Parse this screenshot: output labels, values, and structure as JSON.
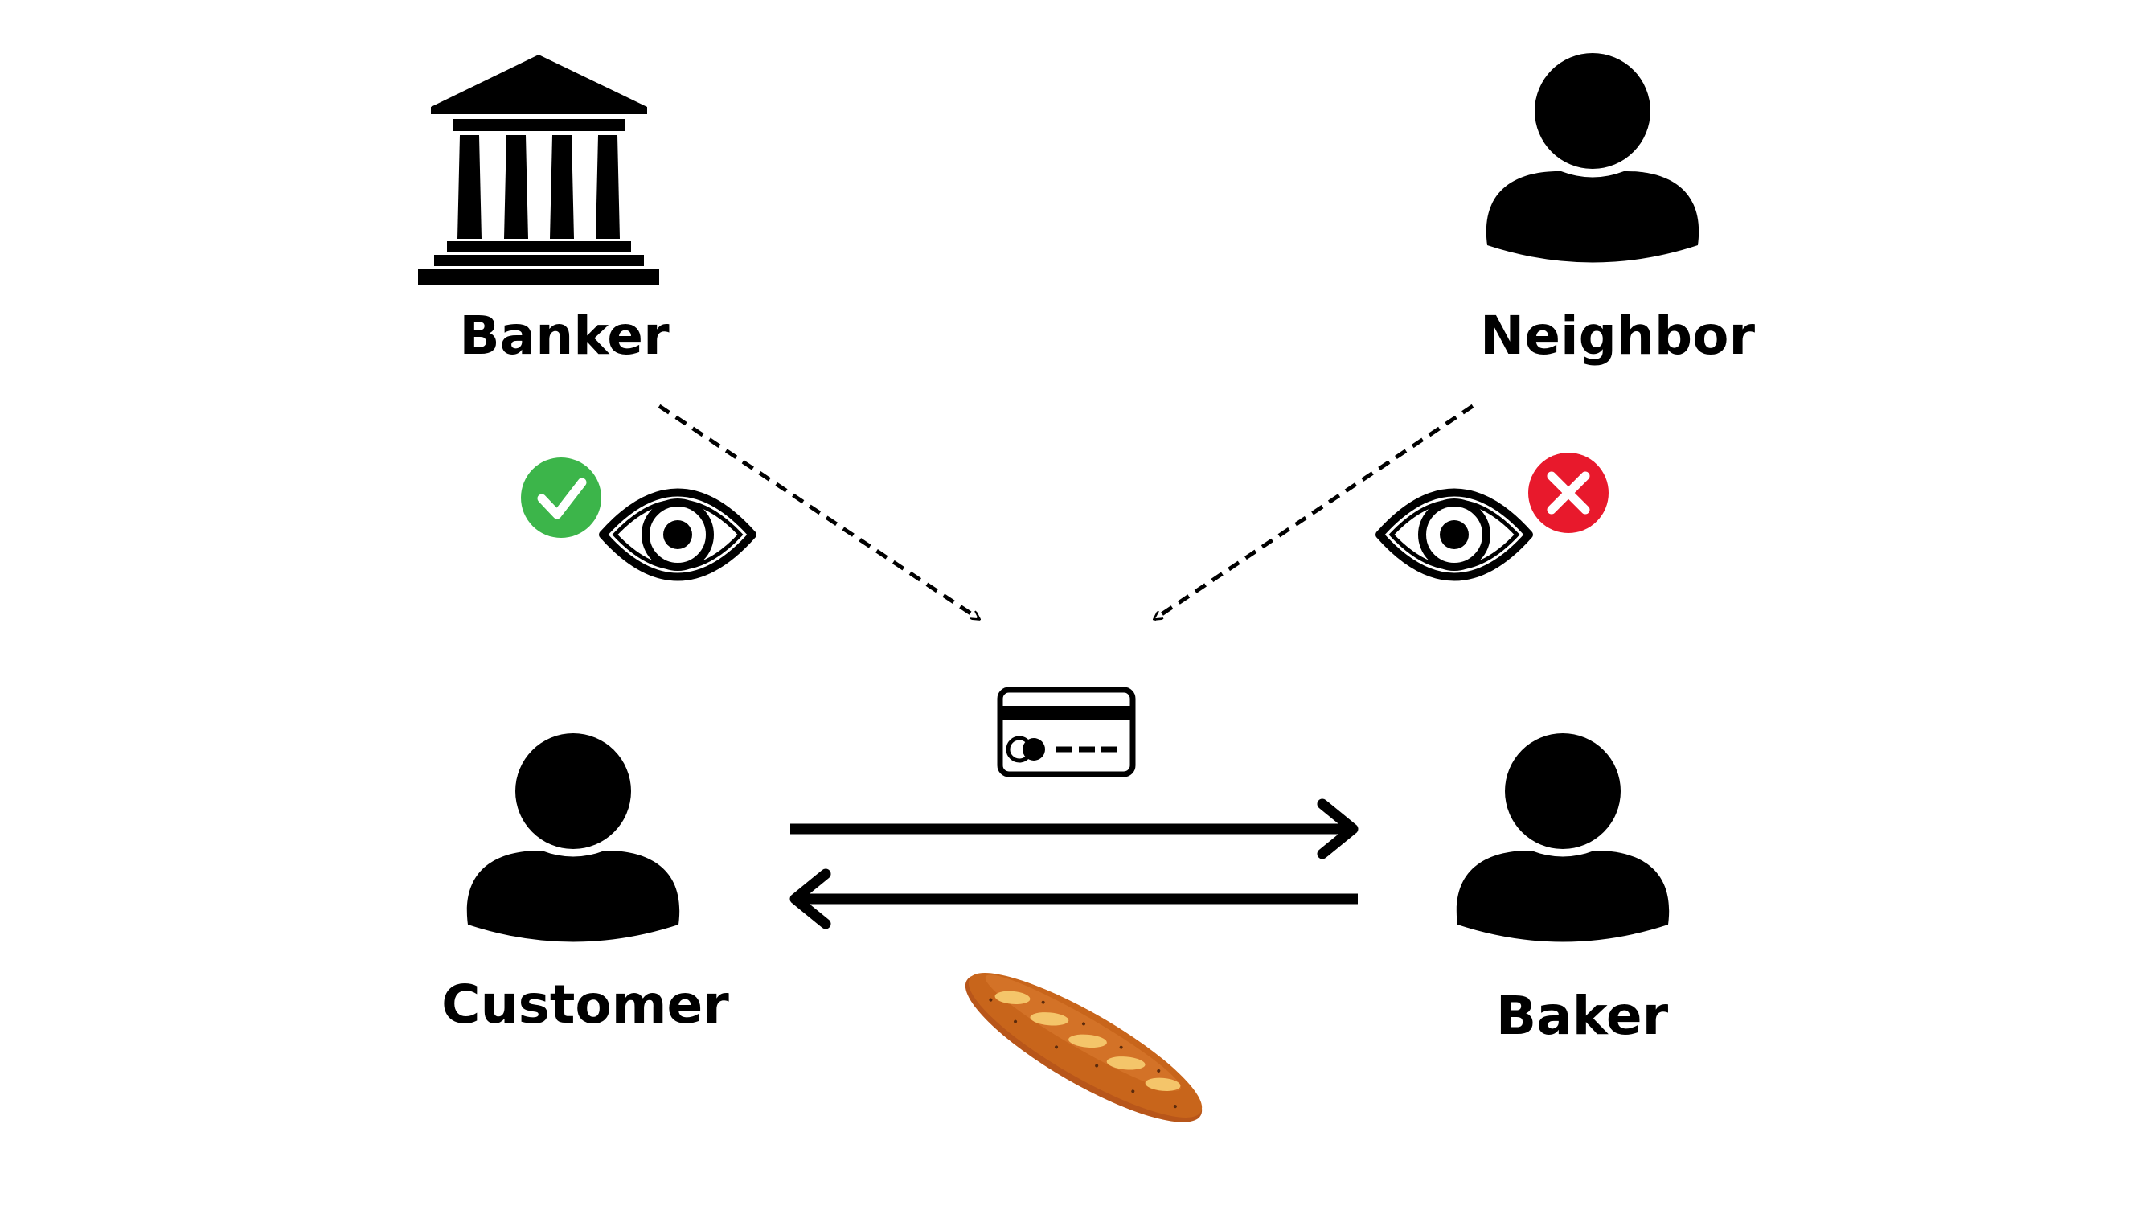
{
  "actors": {
    "banker": {
      "label": "Banker",
      "icon": "bank-building-icon"
    },
    "neighbor": {
      "label": "Neighbor",
      "icon": "person-icon"
    },
    "customer": {
      "label": "Customer",
      "icon": "person-icon"
    },
    "baker": {
      "label": "Baker",
      "icon": "person-icon"
    }
  },
  "observations": {
    "banker": {
      "icon": "eye-icon",
      "status_icon": "checkmark-icon",
      "status_color": "#3cb54a"
    },
    "neighbor": {
      "icon": "eye-icon",
      "status_icon": "x-mark-icon",
      "status_color": "#e8192c"
    }
  },
  "exchange": {
    "payment_icon": "credit-card-icon",
    "goods_icon": "baguette-icon"
  },
  "colors": {
    "ink": "#000000",
    "check_green": "#3cb54a",
    "cross_red": "#e8192c",
    "bread_crust": "#c8651b",
    "bread_score": "#f4c56a"
  }
}
